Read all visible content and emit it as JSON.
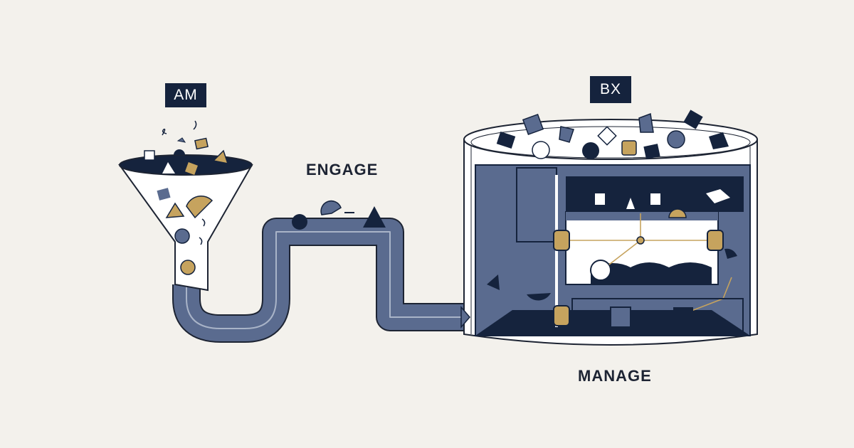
{
  "labels": {
    "left_tag": "AM",
    "right_tag": "BX",
    "middle": "ENGAGE",
    "bottom": "MANAGE"
  },
  "colors": {
    "background": "#f3f1ec",
    "navy": "#15233d",
    "slate": "#5a6b8f",
    "gold": "#c6a35e",
    "white": "#ffffff"
  },
  "icons": [
    "funnel-icon",
    "pipe-icon",
    "container-icon",
    "gear-node-icon"
  ]
}
